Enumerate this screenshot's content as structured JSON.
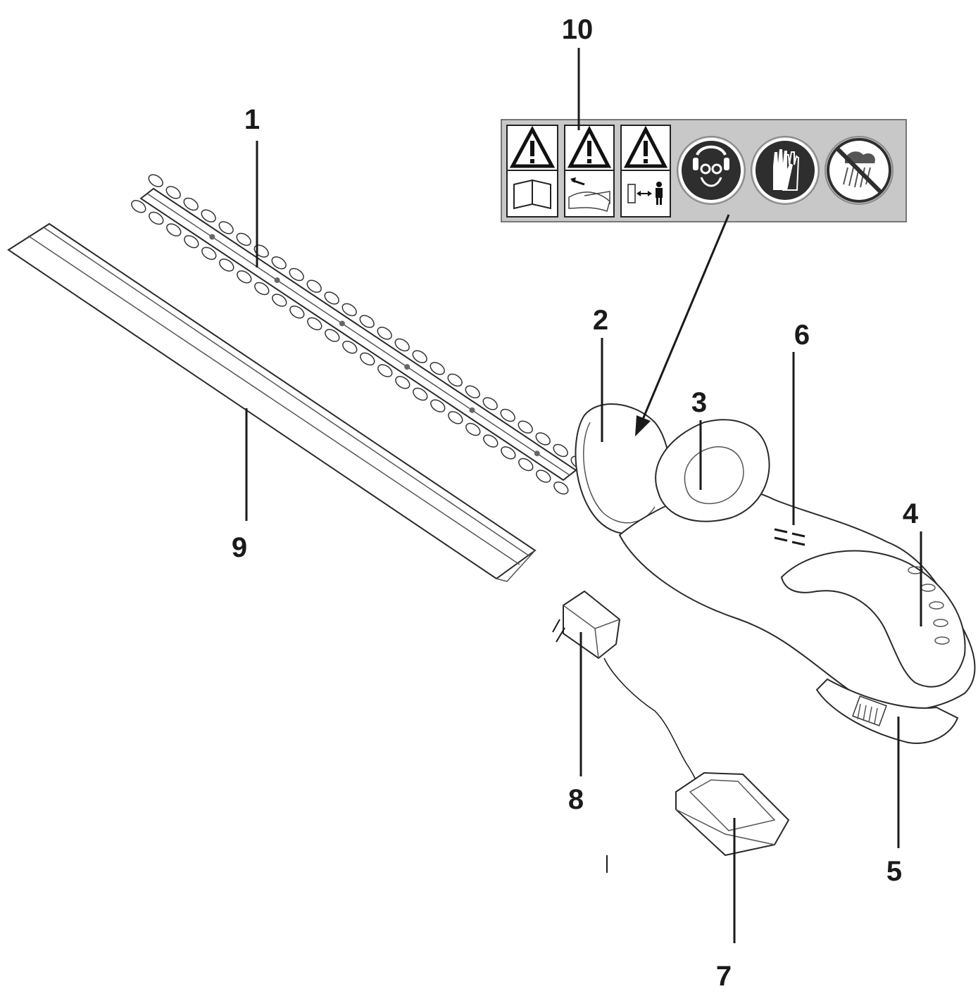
{
  "callouts": [
    {
      "id": "1",
      "label": "1"
    },
    {
      "id": "2",
      "label": "2"
    },
    {
      "id": "3",
      "label": "3"
    },
    {
      "id": "4",
      "label": "4"
    },
    {
      "id": "5",
      "label": "5"
    },
    {
      "id": "6",
      "label": "6"
    },
    {
      "id": "7",
      "label": "7"
    },
    {
      "id": "8",
      "label": "8"
    },
    {
      "id": "9",
      "label": "9"
    },
    {
      "id": "10",
      "label": "10"
    }
  ],
  "safety_label": {
    "background": "#c8c8c8",
    "symbols": [
      {
        "icon": "warning-read-manual-icon"
      },
      {
        "icon": "warning-blade-hand-icon"
      },
      {
        "icon": "warning-keep-distance-icon"
      },
      {
        "icon": "eye-ear-protection-icon"
      },
      {
        "icon": "gloves-icon"
      },
      {
        "icon": "no-rain-icon"
      }
    ]
  },
  "colors": {
    "line": "#1a1a1a",
    "icon_dark": "#333333",
    "label_bg": "#c8c8c8"
  }
}
